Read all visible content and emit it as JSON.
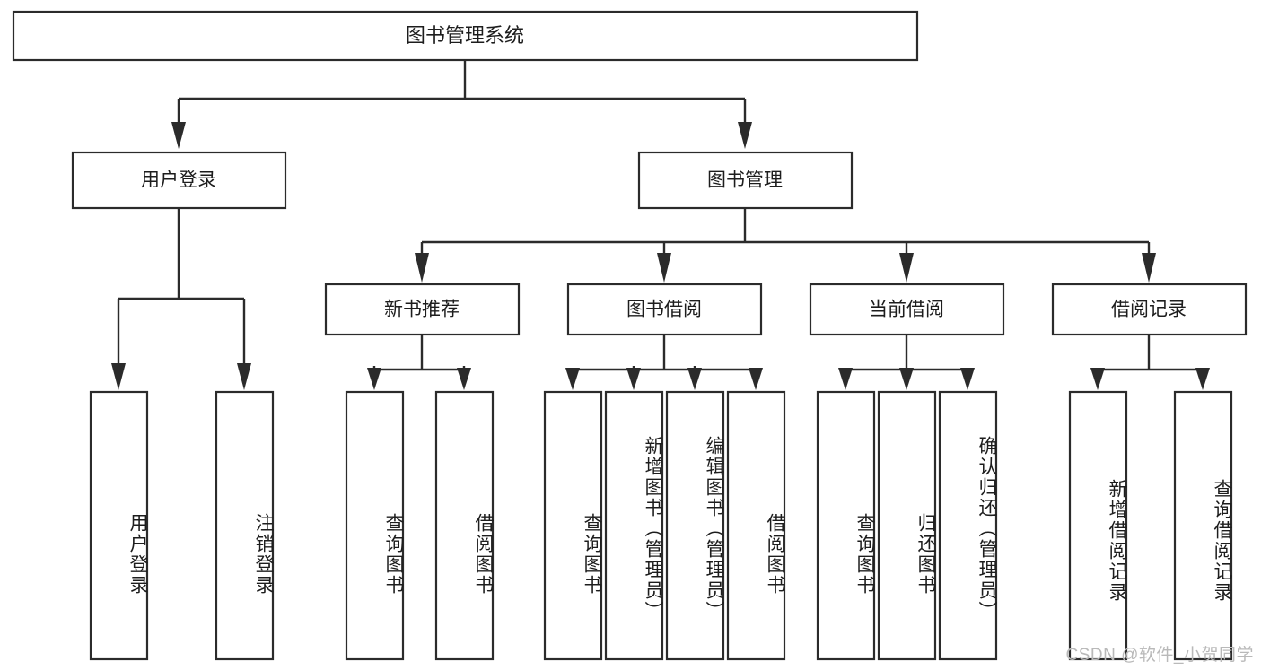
{
  "diagram": {
    "title": "图书管理系统",
    "type": "tree",
    "watermark": "CSDN @软件_小贺同学",
    "root": {
      "id": "root",
      "label": "图书管理系统",
      "orientation": "horizontal"
    },
    "level1": [
      {
        "id": "user-login",
        "label": "用户登录",
        "orientation": "horizontal"
      },
      {
        "id": "book-manage",
        "label": "图书管理",
        "orientation": "horizontal"
      }
    ],
    "level2": [
      {
        "id": "new-book-recommend",
        "label": "新书推荐",
        "parent": "book-manage",
        "orientation": "horizontal"
      },
      {
        "id": "book-borrow",
        "label": "图书借阅",
        "parent": "book-manage",
        "orientation": "horizontal"
      },
      {
        "id": "current-borrow",
        "label": "当前借阅",
        "parent": "book-manage",
        "orientation": "horizontal"
      },
      {
        "id": "borrow-record",
        "label": "借阅记录",
        "parent": "book-manage",
        "orientation": "horizontal"
      }
    ],
    "leaves": [
      {
        "id": "leaf-user-login",
        "label": "用户登录",
        "parent": "user-login",
        "orientation": "vertical"
      },
      {
        "id": "leaf-logout-login",
        "label": "注销登录",
        "parent": "user-login",
        "orientation": "vertical"
      },
      {
        "id": "leaf-query-book-1",
        "label": "查询图书",
        "parent": "new-book-recommend",
        "orientation": "vertical"
      },
      {
        "id": "leaf-borrow-book-1",
        "label": "借阅图书",
        "parent": "new-book-recommend",
        "orientation": "vertical"
      },
      {
        "id": "leaf-query-book-2",
        "label": "查询图书",
        "parent": "book-borrow",
        "orientation": "vertical"
      },
      {
        "id": "leaf-add-book",
        "label": "新增图书（管理员）",
        "parent": "book-borrow",
        "orientation": "vertical"
      },
      {
        "id": "leaf-edit-book",
        "label": "编辑图书（管理员）",
        "parent": "book-borrow",
        "orientation": "vertical"
      },
      {
        "id": "leaf-borrow-book-2",
        "label": "借阅图书",
        "parent": "book-borrow",
        "orientation": "vertical"
      },
      {
        "id": "leaf-query-book-3",
        "label": "查询图书",
        "parent": "current-borrow",
        "orientation": "vertical"
      },
      {
        "id": "leaf-return-book",
        "label": "归还图书",
        "parent": "current-borrow",
        "orientation": "vertical"
      },
      {
        "id": "leaf-confirm-return",
        "label": "确认归还（管理员）",
        "parent": "current-borrow",
        "orientation": "vertical"
      },
      {
        "id": "leaf-add-record",
        "label": "新增借阅记录",
        "parent": "borrow-record",
        "orientation": "vertical"
      },
      {
        "id": "leaf-query-record",
        "label": "查询借阅记录",
        "parent": "borrow-record",
        "orientation": "vertical"
      }
    ],
    "colors": {
      "stroke": "#2b2b2b",
      "fill": "#ffffff",
      "text": "#1d1d1d",
      "watermark": "#b9b9b9",
      "background": "#ffffff"
    }
  }
}
